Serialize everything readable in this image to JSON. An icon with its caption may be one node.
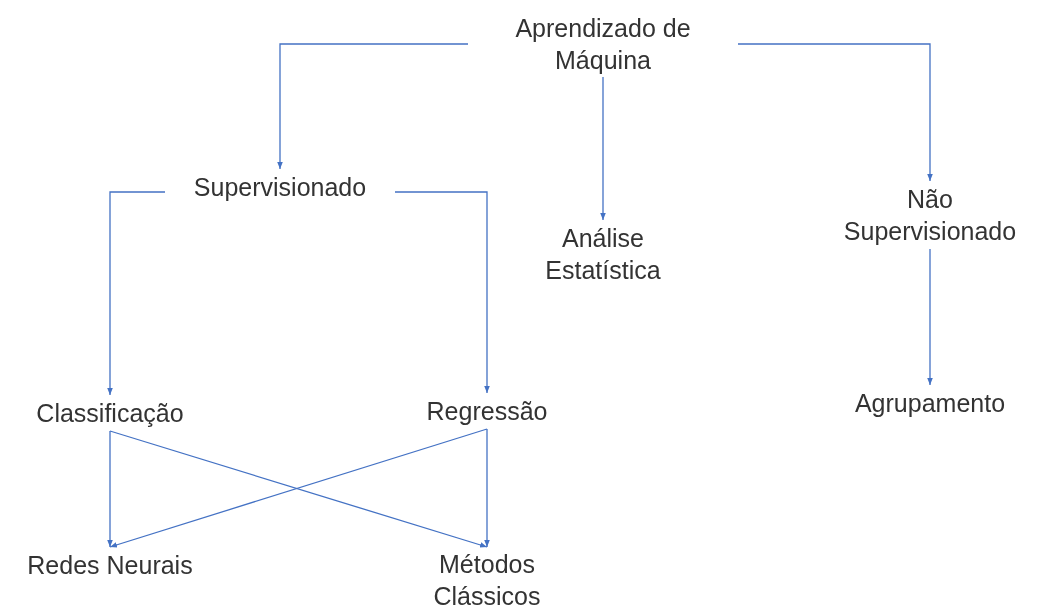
{
  "diagram": {
    "nodes": [
      {
        "text": [
          "Aprendizado de Máquina"
        ]
      },
      {
        "text": [
          "Supervisionado"
        ]
      },
      {
        "text": [
          "Análise Estatística"
        ]
      },
      {
        "text": [
          "Não Supervisionado"
        ]
      },
      {
        "text": [
          "Classificação"
        ]
      },
      {
        "text": [
          "Regressão"
        ]
      },
      {
        "text": [
          "Agrupamento"
        ]
      },
      {
        "text": [
          "Redes Neurais"
        ]
      },
      {
        "text": [
          "Métodos Clássicos"
        ]
      }
    ],
    "edges": [
      {
        "from": 0,
        "to": 1,
        "arrow": "to"
      },
      {
        "from": 0,
        "to": 2,
        "arrow": "to"
      },
      {
        "from": 0,
        "to": 3,
        "arrow": "to"
      },
      {
        "from": 1,
        "to": 4,
        "arrow": "to"
      },
      {
        "from": 1,
        "to": 5,
        "arrow": "to"
      },
      {
        "from": 3,
        "to": 6,
        "arrow": "to"
      },
      {
        "from": 4,
        "to": 7,
        "arrow": "to"
      },
      {
        "from": 4,
        "to": 8,
        "arrow": "to"
      },
      {
        "from": 5,
        "to": 7,
        "arrow": "to"
      },
      {
        "from": 5,
        "to": 8,
        "arrow": "to"
      }
    ]
  }
}
